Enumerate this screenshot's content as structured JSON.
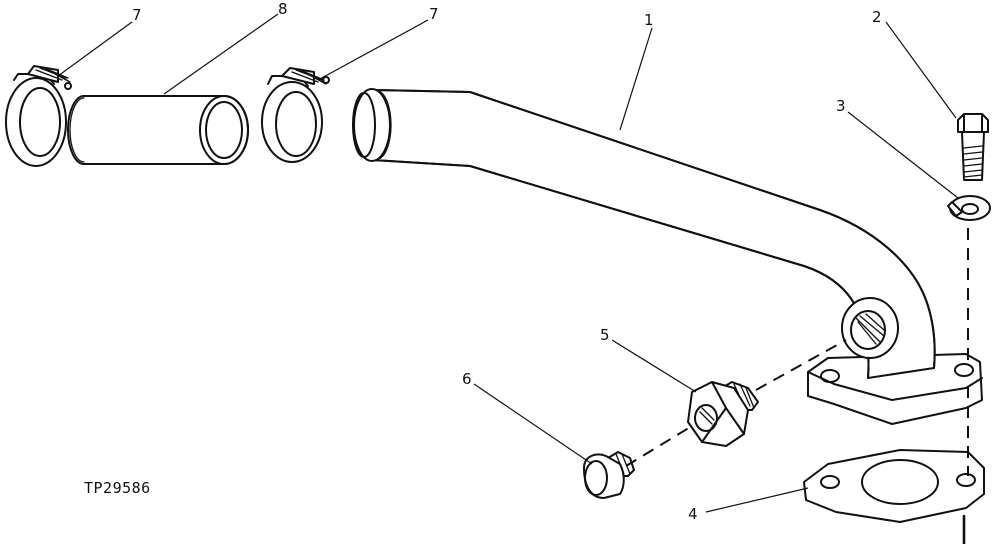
{
  "figure_id": "TP29586",
  "callouts": {
    "pipe": "1",
    "cap_screw": "2",
    "lock_washer": "3",
    "gasket": "4",
    "bushing": "5",
    "plug": "6",
    "clamp_left": "7",
    "clamp_right": "7",
    "hose": "8"
  }
}
